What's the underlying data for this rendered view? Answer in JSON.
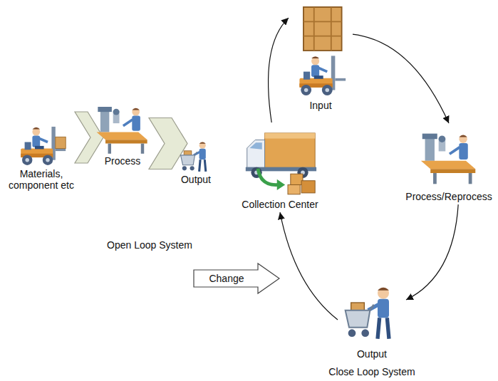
{
  "diagram": {
    "nodes": [
      {
        "text": [
          "Materials, component etc"
        ]
      },
      {
        "text": [
          "Process"
        ]
      },
      {
        "text": [
          "Output"
        ]
      },
      {
        "text": [
          "Collection Center"
        ]
      },
      {
        "text": [
          "Input"
        ]
      },
      {
        "text": [
          "Process/Reprocess"
        ]
      },
      {
        "text": [
          "Output"
        ]
      }
    ],
    "edges": [
      {
        "from": 0,
        "to": 1,
        "arrow": "to"
      },
      {
        "from": 1,
        "to": 2,
        "arrow": "to"
      },
      {
        "from": 3,
        "to": 4,
        "arrow": "to"
      },
      {
        "from": 4,
        "to": 5,
        "arrow": "to"
      },
      {
        "from": 5,
        "to": 6,
        "arrow": "to"
      },
      {
        "from": 6,
        "to": 3,
        "arrow": "to"
      }
    ],
    "labels": [
      "Open Loop System",
      "Change",
      "Close Loop System"
    ]
  }
}
